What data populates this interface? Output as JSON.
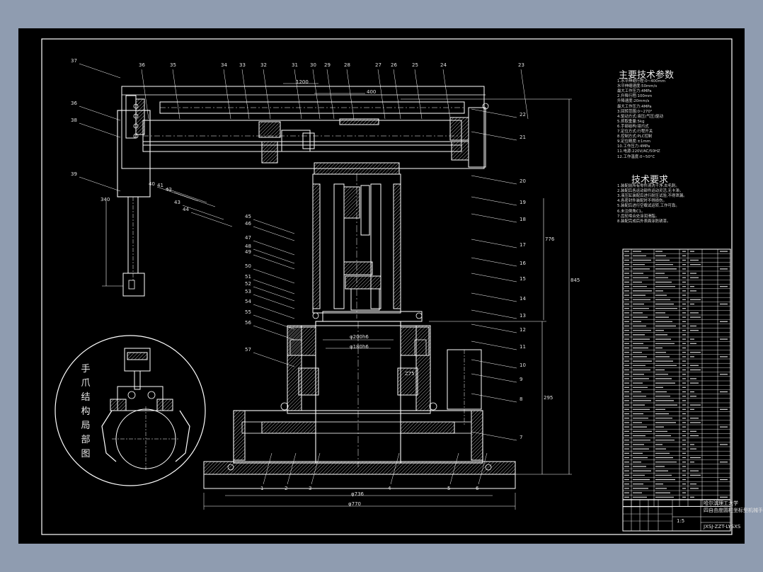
{
  "colors": {
    "background": "#8f9cb0",
    "sheet": "#000000",
    "line": "#ffffff",
    "hatch": "#d8d8d8",
    "text": "#e8e8e8"
  },
  "tech_params": {
    "title": "主要技术参数",
    "lines": [
      "1.水平伸缩行程:0~400mm",
      "  水平伸缩速度:50mm/s",
      "  最大工作压力:4MPa",
      "2.升降行程:100mm",
      "  升降速度:20mm/s",
      "  最大工作压力:4MPa",
      "3.回转范围:0~270°",
      "4.驱动方式:液压(气压)驱动",
      "5.抓取重量:5kg",
      "6.手部结构:钳爪式",
      "7.定位方式:行程开关",
      "8.控制方式:PLC控制",
      "9.定位精度:±1mm",
      "10.工作压力:4MPa",
      "11.电源:220V/AC/50HZ",
      "12.工作温度:0~50°C"
    ]
  },
  "tech_req": {
    "title": "技术要求",
    "lines": [
      "1.装配前所有零件清洗干净,去毛刺。",
      "2.装配后各运动部件运动灵活,无卡滞。",
      "3.液压缸装配后进行耐压试验,不得泄漏。",
      "4.各密封件装配时不得损伤。",
      "5.装配后进行空载试运转,工作可靠。",
      "6.未注倒角C1。",
      "7.齿轮啮合处涂润滑脂。",
      "8.装配完成后外表面涂防锈漆。"
    ]
  },
  "inset": {
    "caption": "手爪结构局部图"
  },
  "balloons_left": [
    "37",
    "36",
    "38",
    "39",
    "40",
    "41",
    "42",
    "43",
    "44",
    "45",
    "46",
    "47",
    "48",
    "49",
    "50",
    "51",
    "52",
    "53",
    "54",
    "55",
    "56",
    "57"
  ],
  "balloons_top": [
    "36",
    "35",
    "34",
    "33",
    "32",
    "31",
    "30",
    "29",
    "28",
    "27",
    "26",
    "25",
    "24",
    "23"
  ],
  "balloons_right": [
    "22",
    "21",
    "20",
    "19",
    "18",
    "17",
    "16",
    "15",
    "14",
    "13",
    "12",
    "11",
    "10",
    "9",
    "8",
    "7"
  ],
  "balloons_bottom": [
    "1",
    "2",
    "3",
    "4",
    "5",
    "6"
  ],
  "dimensions": {
    "top_span": "1200",
    "stroke": "400",
    "bore_1": "φ200h6",
    "bore_2": "φ180h6",
    "base_inner": "φ736",
    "base_outer": "φ770",
    "right_upper": "776",
    "right_total": "845",
    "right_lower": "295",
    "cyl_len": "340",
    "gear": "Z75"
  },
  "bom": {
    "rows": 57
  },
  "title_block": {
    "school": "哈尔滨理工大学",
    "drawing_title": "四自由度圆柱坐标型机械手总装图",
    "code": "JXSJ-ZZT-LYSXS",
    "scale": "1:5"
  }
}
